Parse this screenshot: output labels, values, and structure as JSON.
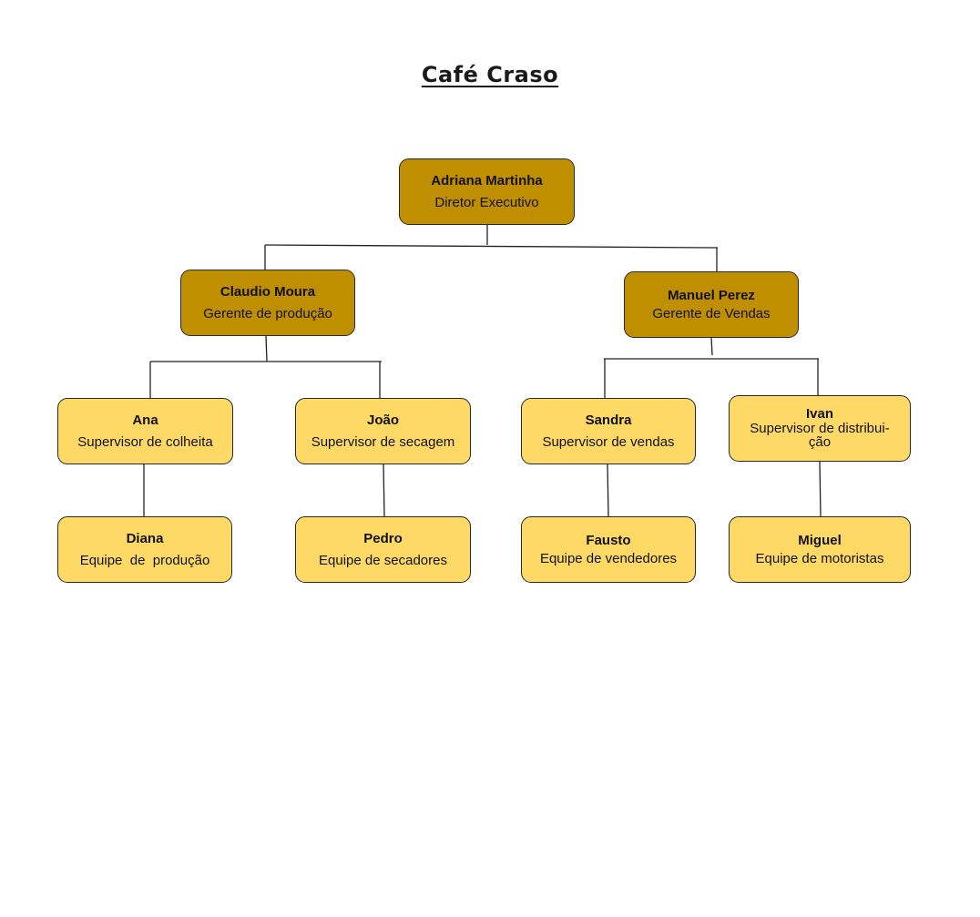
{
  "title": "Café Craso",
  "colors": {
    "manager_fill": "#bf8f00",
    "staff_fill": "#ffd966",
    "border": "#2a2a2a"
  },
  "org": {
    "ceo": {
      "name": "Adriana Martinha",
      "role": "Diretor Executivo"
    },
    "managers": [
      {
        "name": "Claudio Moura",
        "role": "Gerente de produção"
      },
      {
        "name": "Manuel Perez",
        "role": "Gerente de Vendas"
      }
    ],
    "supervisors": [
      {
        "name": "Ana",
        "role": "Supervisor de colheita",
        "manager": "Claudio Moura"
      },
      {
        "name": "João",
        "role": "Supervisor de secagem",
        "manager": "Claudio Moura"
      },
      {
        "name": "Sandra",
        "role": "Supervisor de vendas",
        "manager": "Manuel Perez"
      },
      {
        "name": "Ivan",
        "role": "Supervisor de distribui-ção",
        "manager": "Manuel Perez"
      }
    ],
    "teams": [
      {
        "name": "Diana",
        "role": "Equipe  de  produção",
        "supervisor": "Ana"
      },
      {
        "name": "Pedro",
        "role": "Equipe de secadores",
        "supervisor": "João"
      },
      {
        "name": "Fausto",
        "role": "Equipe de vendedores",
        "supervisor": "Sandra"
      },
      {
        "name": "Miguel",
        "role": "Equipe de motoristas",
        "supervisor": "Ivan"
      }
    ]
  }
}
